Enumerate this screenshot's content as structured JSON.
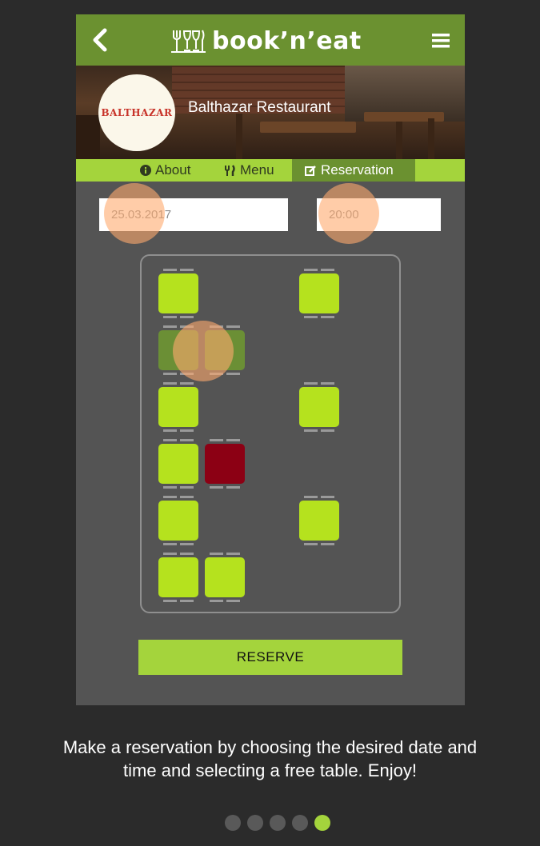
{
  "app": {
    "brand": "book’n’eat",
    "back_icon": "chevron-left-icon",
    "menu_icon": "hamburger-menu-icon",
    "logo_icon": "cutlery-glasses-icon"
  },
  "restaurant": {
    "name": "Balthazar Restaurant",
    "logo_text": "BALTHAZAR"
  },
  "tabs": [
    {
      "label": "About",
      "icon": "info-icon",
      "active": false
    },
    {
      "label": "Menu",
      "icon": "cutlery-icon",
      "active": false
    },
    {
      "label": "Reservation",
      "icon": "edit-icon",
      "active": true
    }
  ],
  "reservation": {
    "date": "25.03.2017",
    "time": "20:00"
  },
  "floor": {
    "tables": [
      {
        "id": "table-1",
        "state": "free"
      },
      {
        "id": "table-2",
        "state": "free"
      },
      {
        "id": "table-3",
        "state": "selected"
      },
      {
        "id": "table-4",
        "state": "selected"
      },
      {
        "id": "table-5",
        "state": "free"
      },
      {
        "id": "table-6",
        "state": "free"
      },
      {
        "id": "table-7",
        "state": "free"
      },
      {
        "id": "table-8",
        "state": "occupied"
      },
      {
        "id": "table-9",
        "state": "free"
      },
      {
        "id": "table-10",
        "state": "free"
      },
      {
        "id": "table-11",
        "state": "free"
      },
      {
        "id": "table-12",
        "state": "free"
      }
    ]
  },
  "colors": {
    "free": "#b5e21e",
    "selected": "#6b8f35",
    "occupied": "#8c0014",
    "accent": "#a4d43c",
    "appbar": "#6b9130"
  },
  "reserve_label": "RESERVE",
  "caption": "Make a reservation by choosing the desired date and time and selecting a free table. Enjoy!",
  "pagination": {
    "total": 5,
    "current": 5
  }
}
